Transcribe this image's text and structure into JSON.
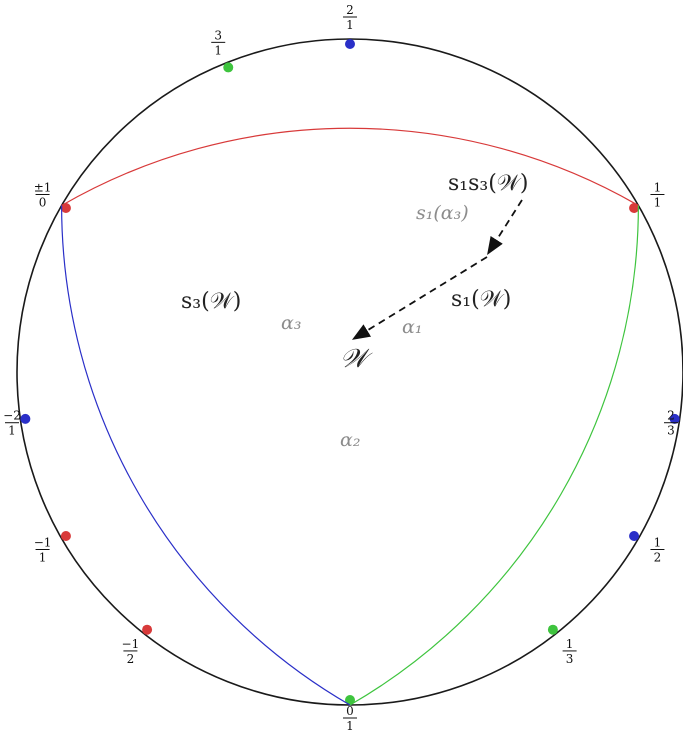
{
  "colors": {
    "red": "#d83a3a",
    "green": "#3ec43e",
    "blue": "#2a2fc8",
    "boundary": "#1a1a1a",
    "arrow": "#111111",
    "label_gray": "#8c8c8c"
  },
  "cusps": [
    {
      "id": "inf",
      "num": "±1",
      "den": "0"
    },
    {
      "id": "3",
      "num": "3",
      "den": "1"
    },
    {
      "id": "2",
      "num": "2",
      "den": "1"
    },
    {
      "id": "1",
      "num": "1",
      "den": "1"
    },
    {
      "id": "2_3",
      "num": "2",
      "den": "3"
    },
    {
      "id": "1_2",
      "num": "1",
      "den": "2"
    },
    {
      "id": "1_3",
      "num": "1",
      "den": "3"
    },
    {
      "id": "0",
      "num": "0",
      "den": "1"
    },
    {
      "id": "m1_2",
      "num": "−1",
      "den": "2"
    },
    {
      "id": "m1",
      "num": "−1",
      "den": "1"
    },
    {
      "id": "m2",
      "num": "−2",
      "den": "1"
    }
  ],
  "regions": {
    "s3W": "s₃(𝒲)",
    "s1W": "s₁(𝒲)",
    "s1s3W": "s₁s₃(𝒲)",
    "W": "𝒲"
  },
  "arcs": {
    "alpha1": "α₁",
    "alpha2": "α₂",
    "alpha3": "α₃",
    "s1_alpha3": "s₁(α₃)"
  }
}
